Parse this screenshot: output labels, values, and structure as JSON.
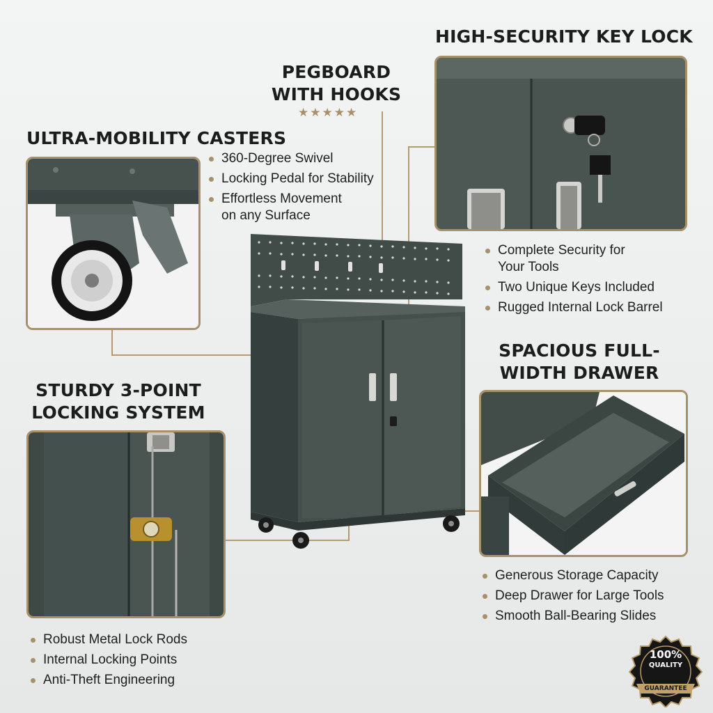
{
  "features": {
    "caster": {
      "title": "ULTRA-MOBILITY CASTERS",
      "bullets": [
        "360-Degree Swivel",
        "Locking Pedal for Stability",
        "Effortless Movement\non any Surface"
      ]
    },
    "pegboard": {
      "title_line1": "PEGBOARD",
      "title_line2": "WITH HOOKS",
      "stars": "★★★★★"
    },
    "key_lock": {
      "title": "HIGH-SECURITY KEY LOCK",
      "bullets": [
        "Complete Security for\nYour Tools",
        "Two Unique Keys Included",
        "Rugged Internal Lock Barrel"
      ]
    },
    "drawer": {
      "title_line1": "SPACIOUS FULL-",
      "title_line2": "WIDTH DRAWER",
      "bullets": [
        "Generous Storage Capacity",
        "Deep Drawer for Large Tools",
        "Smooth Ball-Bearing Slides"
      ]
    },
    "locking_system": {
      "title_line1": "STURDY 3-POINT",
      "title_line2": "LOCKING SYSTEM",
      "bullets": [
        "Robust Metal Lock Rods",
        "Internal Locking Points",
        "Anti-Theft Engineering"
      ]
    }
  },
  "badge": {
    "line1": "100%",
    "line2": "QUALITY",
    "line3": "GUARANTEE"
  },
  "colors": {
    "accent": "#a8906a",
    "cabinet": "#3f4a48",
    "background": "#eef0f0"
  }
}
